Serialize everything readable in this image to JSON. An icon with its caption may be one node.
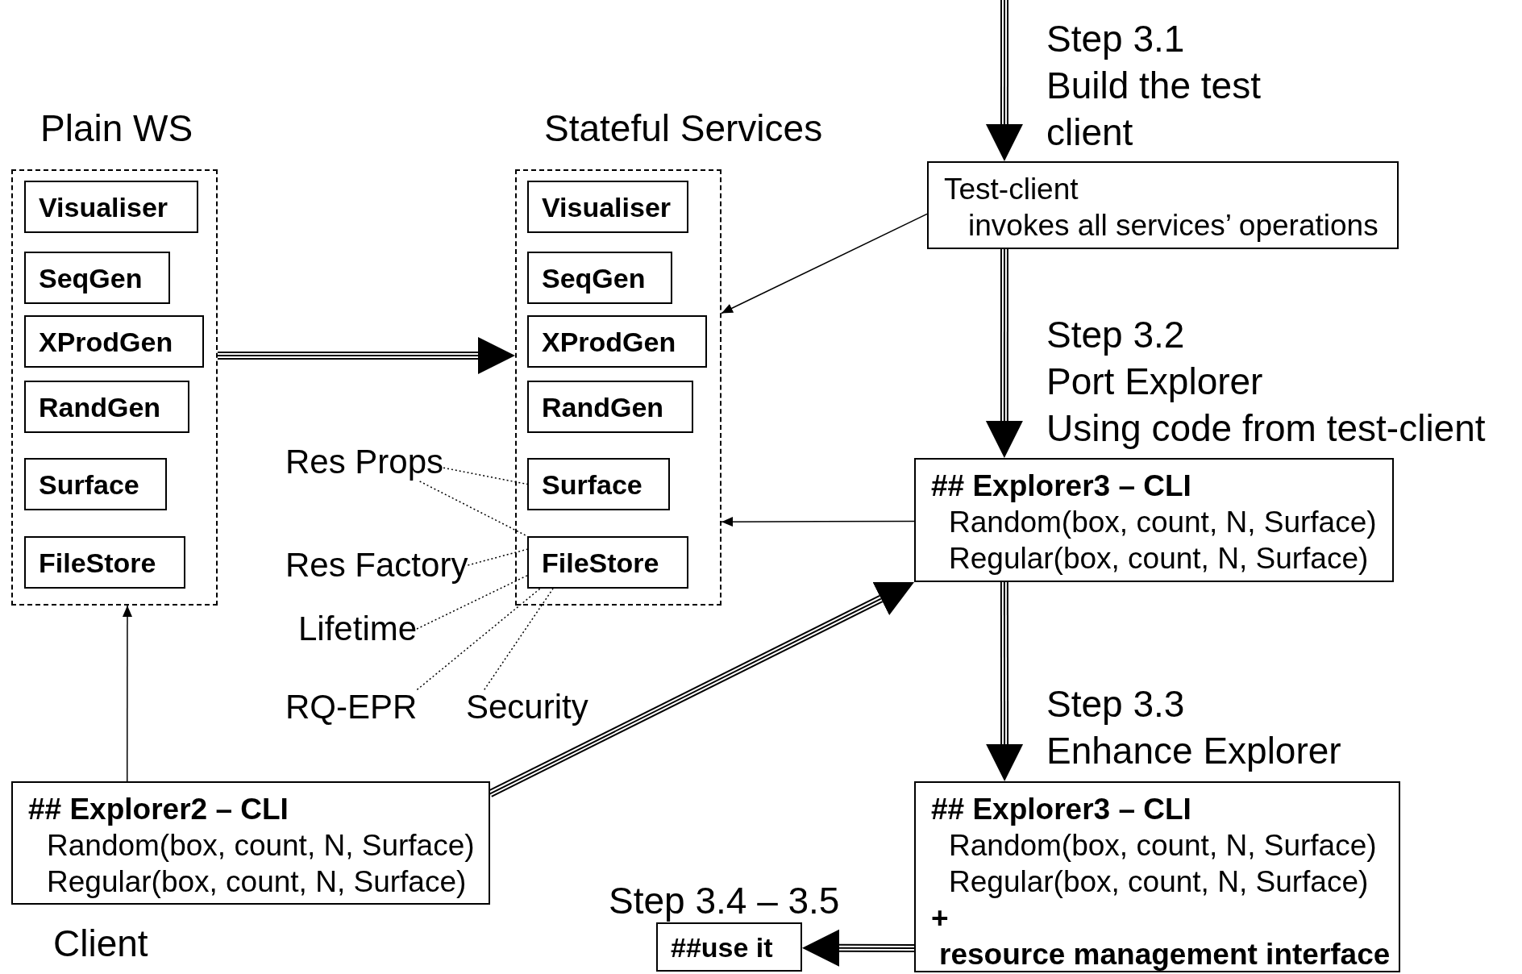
{
  "diagram": {
    "nodes": [
      {
        "text": [
          "Plain WS"
        ]
      },
      {
        "text": [
          "Visualiser"
        ],
        "in": 0
      },
      {
        "text": [
          "SeqGen"
        ],
        "in": 0
      },
      {
        "text": [
          "XProdGen"
        ],
        "in": 0
      },
      {
        "text": [
          "RandGen"
        ],
        "in": 0
      },
      {
        "text": [
          "Surface"
        ],
        "in": 0
      },
      {
        "text": [
          "FileStore"
        ],
        "in": 0
      },
      {
        "text": [
          "Stateful Services"
        ]
      },
      {
        "text": [
          "Visualiser"
        ],
        "in": 7
      },
      {
        "text": [
          "SeqGen"
        ],
        "in": 7
      },
      {
        "text": [
          "XProdGen"
        ],
        "in": 7
      },
      {
        "text": [
          "RandGen"
        ],
        "in": 7
      },
      {
        "text": [
          "Surface"
        ],
        "in": 7
      },
      {
        "text": [
          "FileStore"
        ],
        "in": 7
      },
      {
        "text": [
          "Test-client",
          "invokes all services’ operations"
        ]
      },
      {
        "text": [
          "## Explorer3 – CLI",
          "Random(box, count, N, Surface)",
          "Regular(box, count, N, Surface)"
        ]
      },
      {
        "text": [
          "## Explorer2 – CLI",
          "Random(box, count, N, Surface)",
          "Regular(box, count, N, Surface)"
        ],
        "beside": [
          "Client"
        ]
      },
      {
        "text": [
          "## Explorer3 – CLI",
          "Random(box, count, N, Surface)",
          "Regular(box, count, N, Surface)",
          "+",
          "resource management interface"
        ]
      },
      {
        "text": [
          "##use it"
        ],
        "beside": [
          "Step 3.4 – 3.5"
        ]
      },
      {
        "text": [
          "Res Props"
        ]
      },
      {
        "text": [
          "Res Factory"
        ]
      },
      {
        "text": [
          "Lifetime"
        ]
      },
      {
        "text": [
          "RQ-EPR"
        ]
      },
      {
        "text": [
          "Security"
        ]
      }
    ],
    "edges": [
      {
        "from": null,
        "to": 14,
        "arrow": "to",
        "style": "thick",
        "label": "Step 3.1"
      },
      {
        "from": 14,
        "to": 15,
        "arrow": "to",
        "style": "thick",
        "label": "Step 3.2"
      },
      {
        "from": 15,
        "to": 17,
        "arrow": "to",
        "style": "thick",
        "label": "Step 3.3"
      },
      {
        "from": 17,
        "to": 18,
        "arrow": "to",
        "style": "thick"
      },
      {
        "from": 0,
        "to": 7,
        "arrow": "to",
        "style": "thick"
      },
      {
        "from": 16,
        "to": 15,
        "arrow": "to",
        "style": "thick"
      },
      {
        "from": 16,
        "to": 0,
        "arrow": "to"
      },
      {
        "from": 14,
        "to": 7,
        "arrow": "to"
      },
      {
        "from": 15,
        "to": 7,
        "arrow": "to"
      },
      {
        "from": 19,
        "to": 12,
        "arrow": "none",
        "style": "dashed"
      },
      {
        "from": 19,
        "to": 13,
        "arrow": "none",
        "style": "dashed"
      },
      {
        "from": 20,
        "to": 13,
        "arrow": "none",
        "style": "dashed"
      },
      {
        "from": 21,
        "to": 13,
        "arrow": "none",
        "style": "dashed"
      },
      {
        "from": 22,
        "to": 13,
        "arrow": "none",
        "style": "dashed"
      },
      {
        "from": 23,
        "to": 13,
        "arrow": "none",
        "style": "dashed"
      }
    ],
    "labels": [
      "Build the test client",
      "Port Explorer",
      "Using code from test-client",
      "Enhance Explorer"
    ]
  }
}
